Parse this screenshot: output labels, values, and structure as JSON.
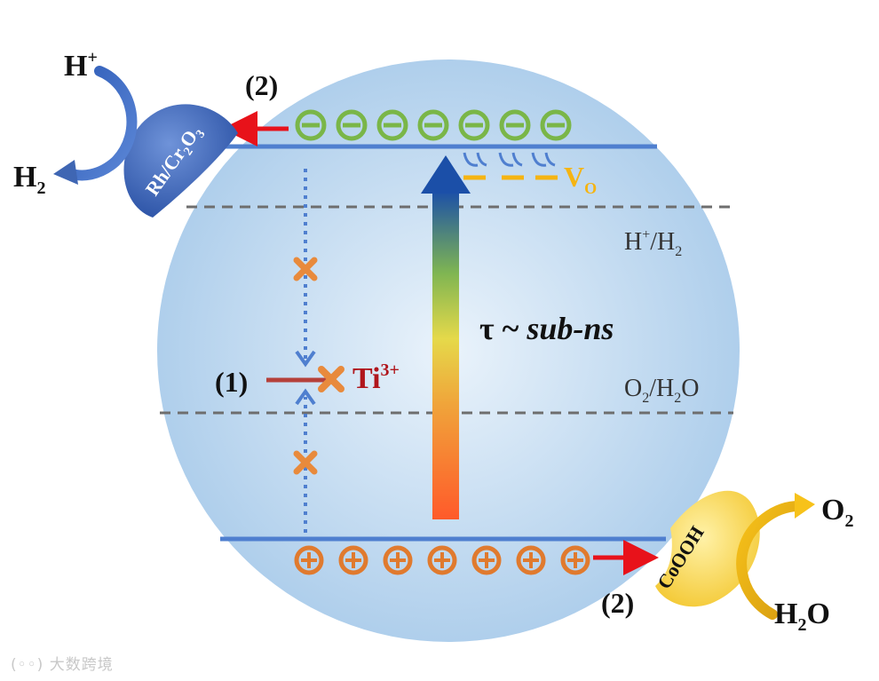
{
  "colors": {
    "sphere_center": "#eaf3fb",
    "sphere_edge": "#a9cbea",
    "band_line": "#4f7fcf",
    "dashed_line": "#6e6e6e",
    "electron": "#7ab648",
    "hole": "#e07a2e",
    "red_arrow": "#e8121a",
    "ti_level": "#b5403a",
    "ti_label": "#b0161c",
    "cross": "#e88a3c",
    "vo_color": "#f5b412",
    "cocatalyst_blue": "#3f66b3",
    "cocatalyst_yellow": "#f6cc2e",
    "watermark": "#c8c8c8"
  },
  "labels": {
    "h_plus": "H",
    "h_plus_sup": "+",
    "h2": "H",
    "h2_sub": "2",
    "rh_catalyst": "Rh/Cr",
    "rh_sub1": "2",
    "rh_mid": "O",
    "rh_sub2": "3",
    "step2_top": "(2)",
    "step2_bottom": "(2)",
    "step1": "(1)",
    "vo_main": "V",
    "vo_sub": "O",
    "h_couple": "H",
    "h_couple_sup": "+",
    "h_couple_rest": "/H",
    "h_couple_sub": "2",
    "o2_couple_o": "O",
    "o2_couple_sub": "2",
    "o2_couple_mid": "/H",
    "o2_couple_sub2": "2",
    "o2_couple_end": "O",
    "tau": "τ ~ ",
    "tau_italic": "sub-ns",
    "ti_main": "Ti",
    "ti_sup": "3+",
    "cooh_catalyst": "CoOOH",
    "o2": "O",
    "o2_sub": "2",
    "h2o": "H",
    "h2o_sub": "2",
    "h2o_end": "O",
    "watermark": "大数跨境"
  },
  "electron_symbol": "⊖",
  "hole_symbol": "⊕"
}
